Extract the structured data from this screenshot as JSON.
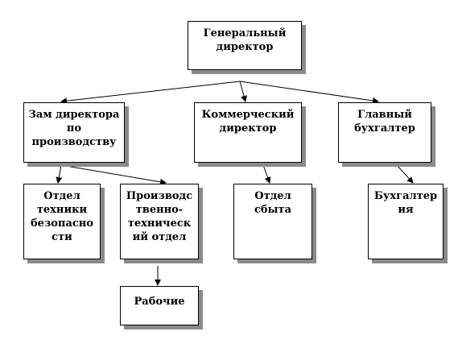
{
  "diagram": {
    "nodes": {
      "general_director": "Генеральный\nдиректор",
      "deputy_production": "Зам директора\nпо\nпроизводству",
      "commercial_director": "Коммерческий\nдиректор",
      "chief_accountant": "Главный\nбухгалтер",
      "safety_dept": "Отдел\nтехники\nбезопасно\nсти",
      "production_tech_dept": "Производс\nтвенно-\nтехническ\nий отдел",
      "sales_dept": "Отдел\nсбыта",
      "accounting": "Бухгалтер\nия",
      "workers": "Рабочие"
    },
    "edges": [
      [
        "general_director",
        "deputy_production"
      ],
      [
        "general_director",
        "commercial_director"
      ],
      [
        "general_director",
        "chief_accountant"
      ],
      [
        "deputy_production",
        "safety_dept"
      ],
      [
        "deputy_production",
        "production_tech_dept"
      ],
      [
        "commercial_director",
        "sales_dept"
      ],
      [
        "chief_accountant",
        "accounting"
      ],
      [
        "production_tech_dept",
        "workers"
      ]
    ],
    "colors": {
      "border": "#000000",
      "shadow": "#8a8a8a",
      "text": "#000000",
      "background": "#ffffff"
    }
  }
}
